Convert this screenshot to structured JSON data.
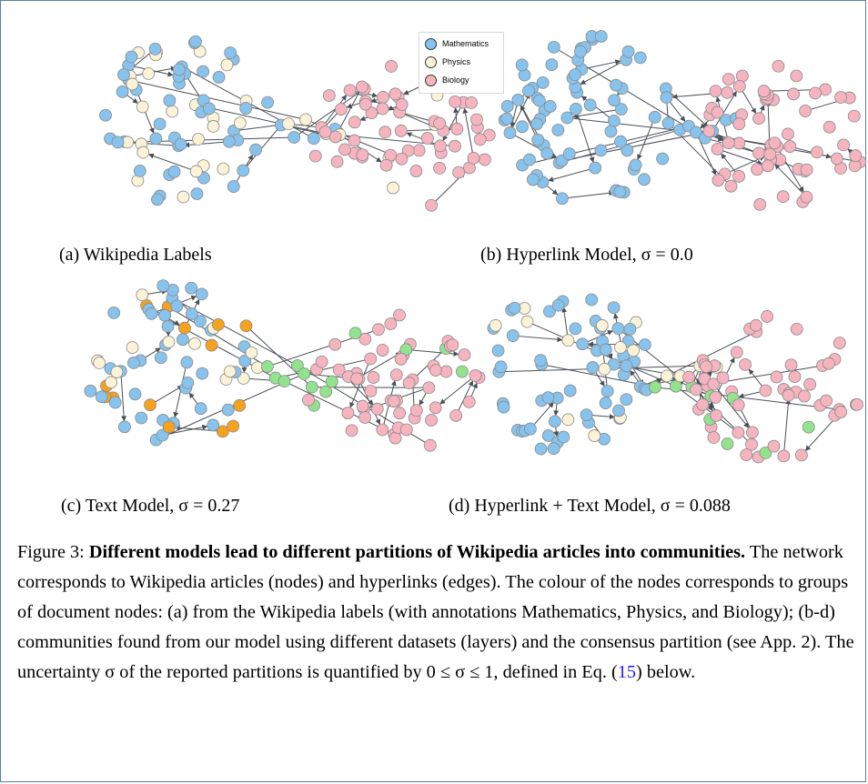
{
  "legend": {
    "items": [
      {
        "label": "Mathematics",
        "color": "#87c3ec"
      },
      {
        "label": "Physics",
        "color": "#faf3d7"
      },
      {
        "label": "Biology",
        "color": "#f6b4c0"
      }
    ]
  },
  "colors": {
    "mathematics": "#87c3ec",
    "physics": "#faf3d7",
    "biology": "#f6b4c0",
    "orange": "#f6a21e",
    "green": "#92e38e",
    "edge": "#4a4f55"
  },
  "panels": [
    {
      "id": "a",
      "caption": "(a) Wikipedia Labels"
    },
    {
      "id": "b",
      "caption": "(b) Hyperlink Model, σ = 0.0"
    },
    {
      "id": "c",
      "caption": "(c) Text Model, σ = 0.27"
    },
    {
      "id": "d",
      "caption": "(d) Hyperlink + Text Model, σ = 0.088"
    }
  ],
  "caption": {
    "label": "Figure 3:",
    "bold": "Different models lead to different partitions of Wikipedia articles into communities.",
    "text_1": "The network corresponds to Wikipedia articles (nodes) and hyperlinks (edges). The colour of the nodes corresponds to groups of document nodes: (a) from the Wikipedia labels (with annotations Mathematics, Physics, and Biology); (b-d) communities found from our model using different datasets (layers) and the consensus partition (see App. 2). The uncertainty σ of the reported partitions is quantified by 0 ≤ σ ≤ 1, defined in Eq. (",
    "eq_ref": "15",
    "text_2": ") below."
  }
}
